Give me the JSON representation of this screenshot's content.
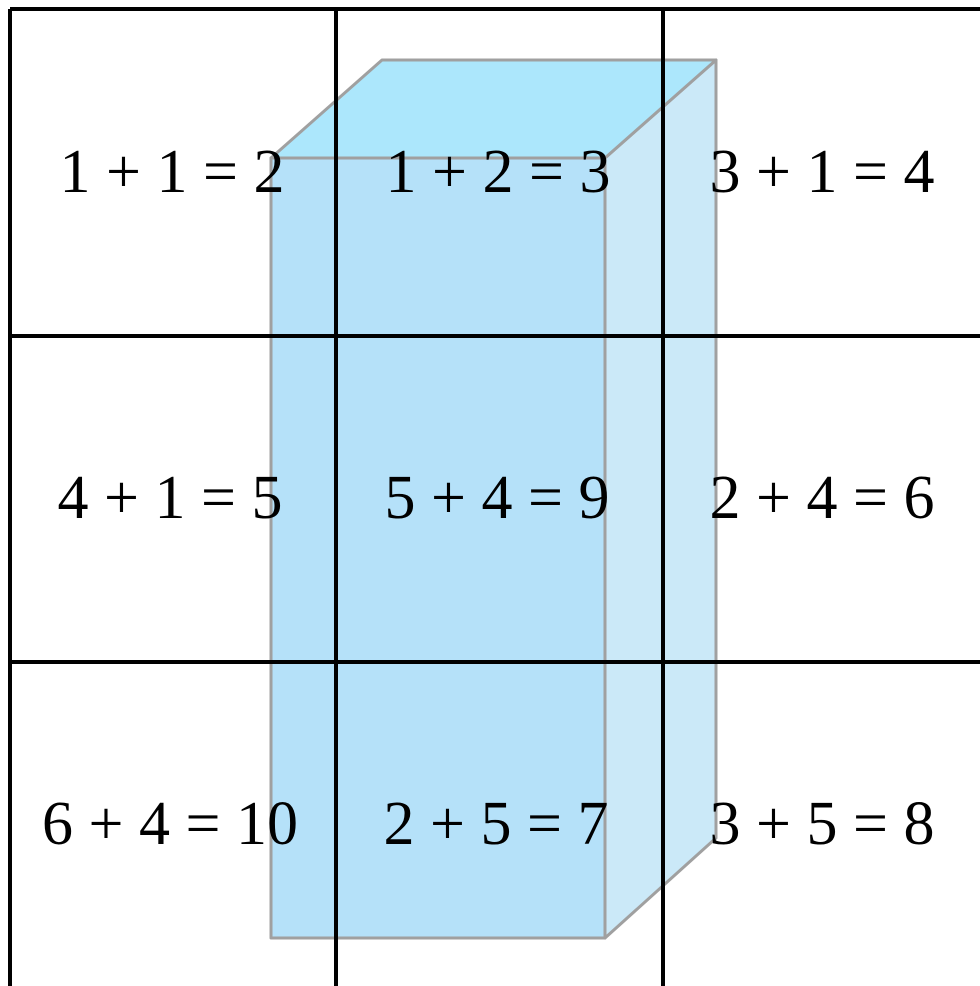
{
  "grid": {
    "rows": 3,
    "cols": 3,
    "line_color": "#000000",
    "cells": [
      [
        "1 + 1 = 2",
        "1 + 2 = 3",
        "3 + 1 = 4"
      ],
      [
        "4 + 1 = 5",
        "5 + 4 = 9",
        "2 + 4 = 6"
      ],
      [
        "6 + 4 = 10",
        "2 + 5 = 7",
        "3 + 5 = 8"
      ]
    ]
  },
  "prism": {
    "front_color": "#a8dcf8",
    "top_color": "#9ee3fb",
    "side_color": "#c2e5f7",
    "edge_color": "#a0a0a0"
  }
}
